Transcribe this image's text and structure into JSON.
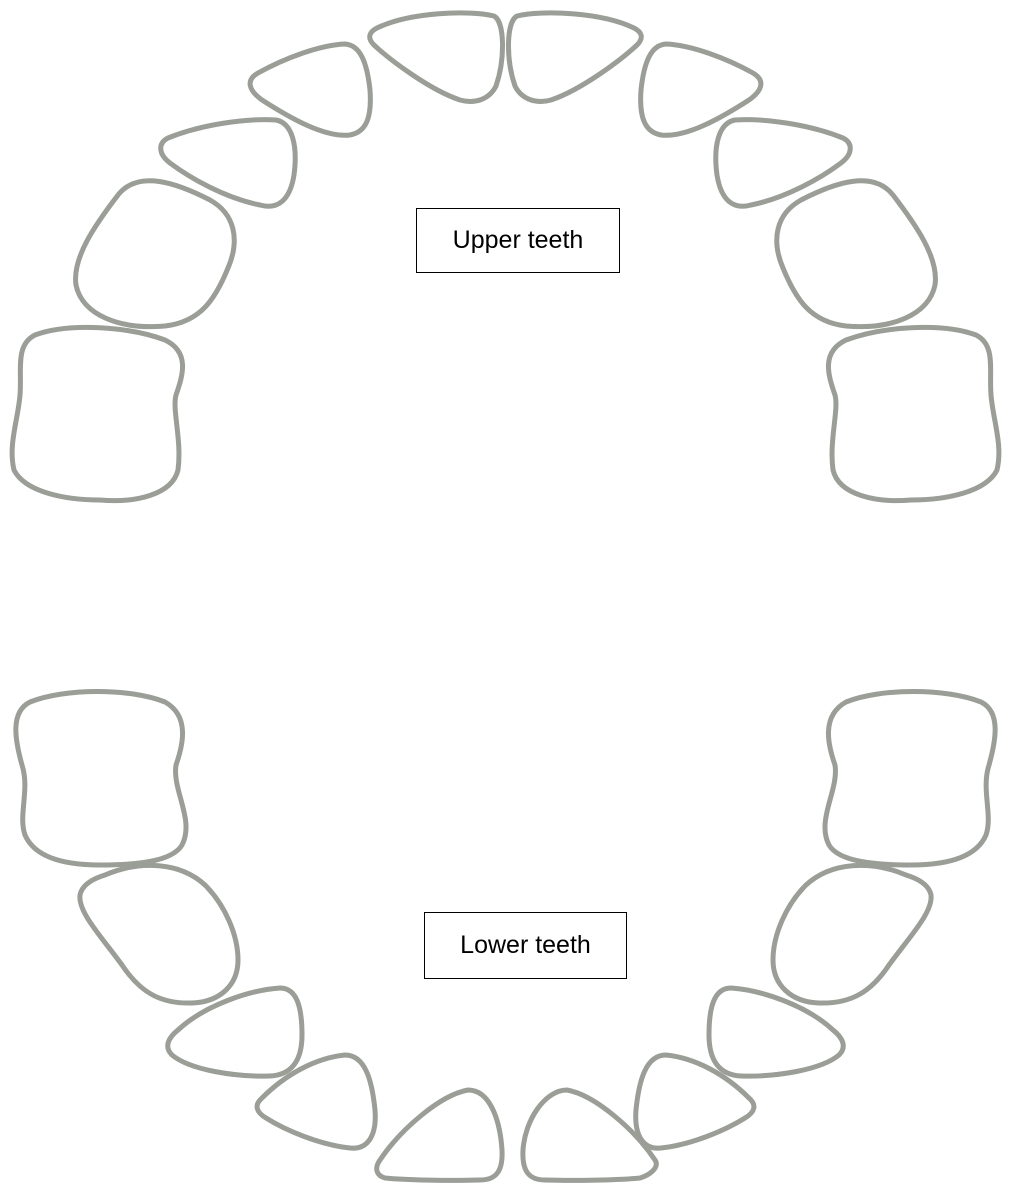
{
  "labels": {
    "upper": "Upper teeth",
    "lower": "Lower teeth"
  },
  "colors": {
    "tooth_outline": "#9a9e97",
    "label_border": "#000000",
    "background": "#ffffff"
  },
  "arches": {
    "upper": {
      "teeth": [
        "incisor",
        "incisor",
        "incisor",
        "incisor",
        "canine",
        "canine",
        "premolar",
        "premolar",
        "molar",
        "molar"
      ]
    },
    "lower": {
      "teeth": [
        "incisor",
        "incisor",
        "incisor",
        "incisor",
        "canine",
        "canine",
        "premolar",
        "premolar",
        "molar",
        "molar"
      ]
    }
  }
}
